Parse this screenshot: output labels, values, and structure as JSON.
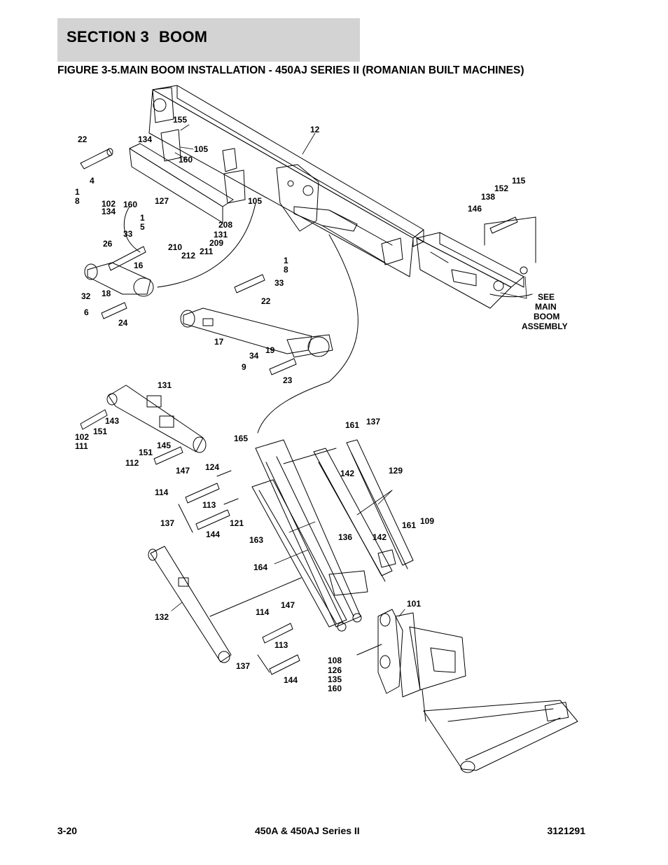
{
  "header": {
    "section_label": "SECTION 3",
    "section_name": "BOOM"
  },
  "figure_title": "FIGURE 3-5.MAIN BOOM INSTALLATION - 450AJ SERIES II (ROMANIAN BUILT MACHINES)",
  "callouts": [
    "12",
    "155",
    "134",
    "105",
    "160",
    "22",
    "4",
    "1",
    "8",
    "102",
    "134",
    "160",
    "127",
    "105",
    "1",
    "5",
    "33",
    "208",
    "131",
    "209",
    "210",
    "211",
    "212",
    "26",
    "16",
    "32",
    "18",
    "6",
    "24",
    "1",
    "8",
    "33",
    "22",
    "17",
    "34",
    "19",
    "9",
    "23",
    "115",
    "152",
    "138",
    "146",
    "SEE",
    "MAIN",
    "BOOM",
    "ASSEMBLY",
    "131",
    "143",
    "151",
    "102",
    "111",
    "151",
    "145",
    "112",
    "147",
    "124",
    "114",
    "113",
    "137",
    "121",
    "144",
    "165",
    "161",
    "137",
    "142",
    "129",
    "161",
    "109",
    "163",
    "136",
    "142",
    "164",
    "132",
    "147",
    "114",
    "113",
    "137",
    "144",
    "101",
    "108",
    "126",
    "135",
    "160"
  ],
  "footer": {
    "page_number": "3-20",
    "model": "450A & 450AJ Series II",
    "doc_number": "3121291"
  }
}
